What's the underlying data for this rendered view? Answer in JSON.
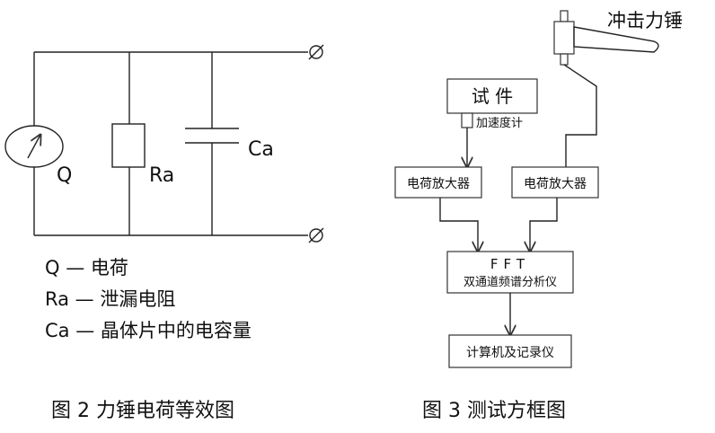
{
  "figure2": {
    "source_label": "Q",
    "resistor_label": "Ra",
    "capacitor_label": "Ca",
    "legend": [
      "Q — 电荷",
      "Ra — 泄漏电阻",
      "Ca — 晶体片中的电容量"
    ],
    "caption": "图 2  力锤电荷等效图"
  },
  "figure3": {
    "hammer_label": "冲击力锤",
    "specimen_label": "试  件",
    "accelerometer_label": "加速度计",
    "amplifier_left": "电荷放大器",
    "amplifier_right": "电荷放大器",
    "fft_title": "FFT",
    "fft_subtitle": "双通道频谱分析仪",
    "computer_label": "计算机及记录仪",
    "caption": "图 3  测试方框图"
  }
}
